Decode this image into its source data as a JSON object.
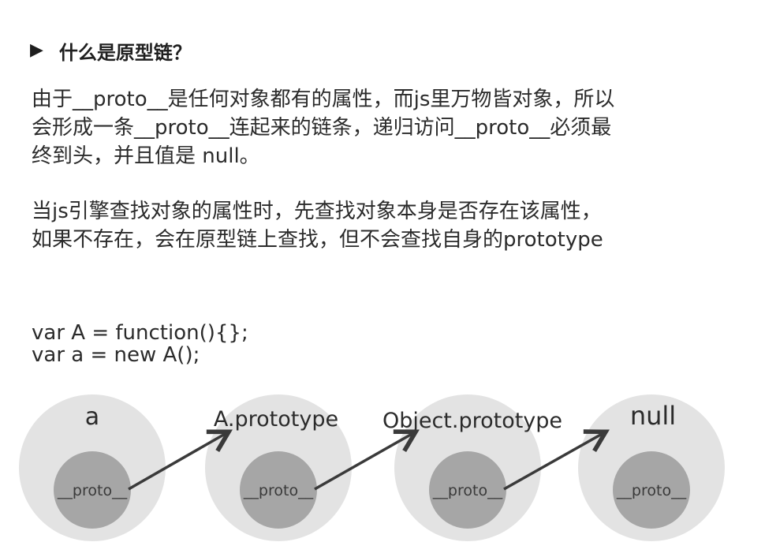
{
  "heading": {
    "icon": "triangle-right-icon",
    "text": "什么是原型链？"
  },
  "paragraph1": {
    "lines": [
      "由于__proto__是任何对象都有的属性，而js里万物皆对象，所以",
      "会形成一条__proto__连起来的链条，递归访问__proto__必须最",
      "终到头，并且值是 null。"
    ]
  },
  "paragraph2": {
    "lines": [
      "当js引擎查找对象的属性时，先查找对象本身是否存在该属性，",
      "如果不存在，会在原型链上查找，但不会查找自身的prototype"
    ]
  },
  "code": {
    "lines": [
      "var A = function(){};",
      "var a = new A();"
    ]
  },
  "diagram": {
    "nodes": [
      {
        "label": "a",
        "inner_label": "__proto__"
      },
      {
        "label": "A.prototype",
        "inner_label": "__proto__"
      },
      {
        "label": "Object.prototype",
        "inner_label": "__proto__"
      },
      {
        "label": "null",
        "inner_label": "__proto__"
      }
    ],
    "colors": {
      "outer": "#e3e3e3",
      "inner": "#a6a6a6",
      "arrow": "#3a3a3a",
      "text": "#2b2b2b"
    }
  }
}
